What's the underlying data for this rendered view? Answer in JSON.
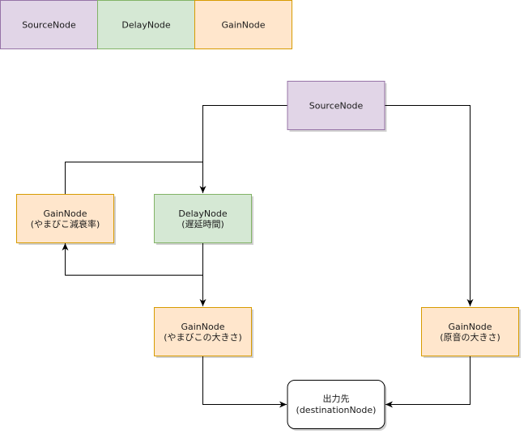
{
  "colors": {
    "source_fill": "#e1d5e7",
    "source_stroke": "#9673a6",
    "delay_fill": "#d5e8d4",
    "delay_stroke": "#82b366",
    "gain_fill": "#ffe6cc",
    "gain_stroke": "#d79b00",
    "output_fill": "#ffffff",
    "output_stroke": "#000000",
    "edge": "#000000"
  },
  "legend": {
    "source": "SourceNode",
    "delay": "DelayNode",
    "gain": "GainNode"
  },
  "nodes": {
    "source": {
      "lines": [
        "SourceNode"
      ]
    },
    "delay": {
      "lines": [
        "DelayNode",
        "(遅延時間)"
      ]
    },
    "gain_feedback": {
      "lines": [
        "GainNode",
        "(やまびこ減衰率)"
      ]
    },
    "gain_echo": {
      "lines": [
        "GainNode",
        "(やまびこの大きさ)"
      ]
    },
    "gain_original": {
      "lines": [
        "GainNode",
        "(原音の大きさ)"
      ]
    },
    "output": {
      "lines": [
        "出力先",
        "(destinationNode)"
      ]
    }
  }
}
